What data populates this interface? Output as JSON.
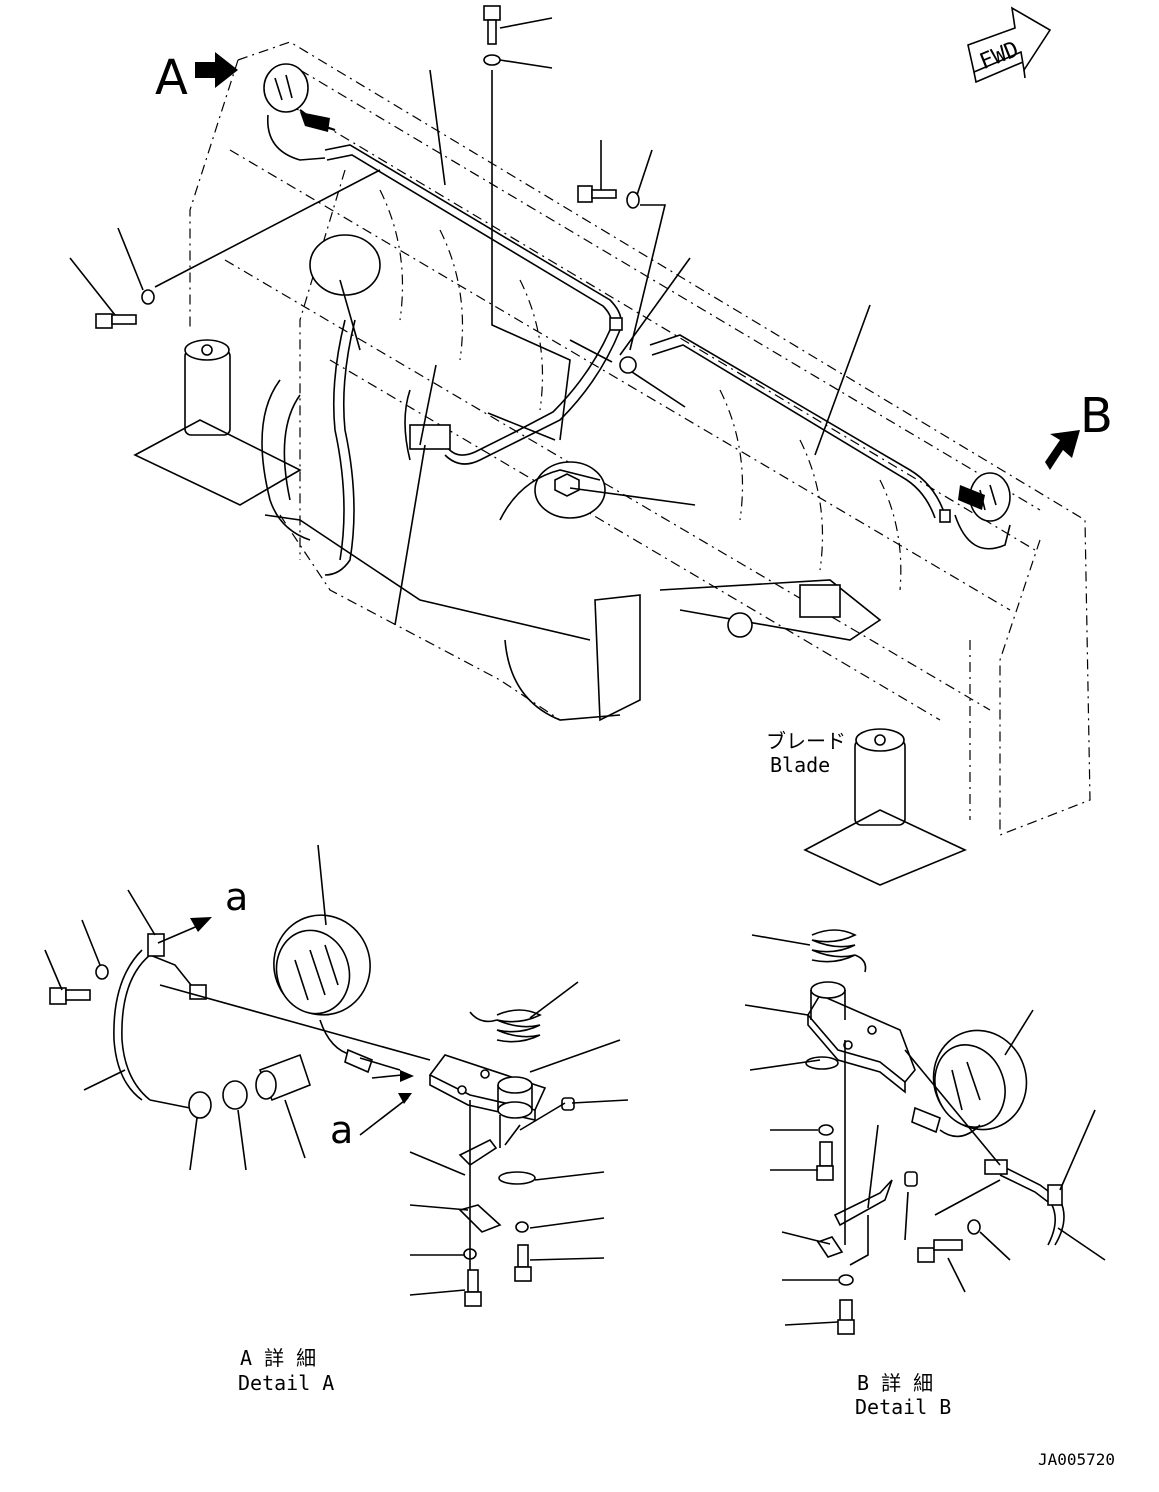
{
  "diagram": {
    "drawing_number": "JA005720",
    "direction_tag": "FWD",
    "view_labels": {
      "a_marker": "A",
      "b_marker": "B"
    },
    "blade_label_jp": "ブレード",
    "blade_label_en": "Blade",
    "detail_a": {
      "title_jp": "A 詳 細",
      "title_en": "Detail A",
      "arrow_label": "a"
    },
    "detail_b": {
      "title_jp": "B 詳 細",
      "title_en": "Detail B"
    }
  }
}
